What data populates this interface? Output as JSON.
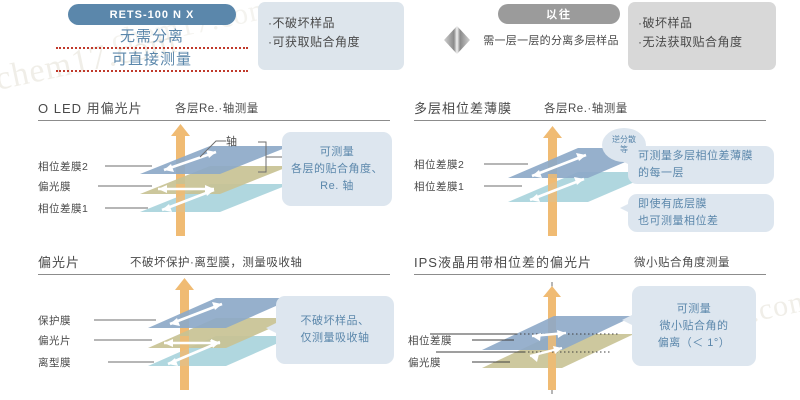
{
  "watermark": {
    "text": "chem17.com"
  },
  "colors": {
    "accent_blue": "#5b87ab",
    "pill_gray": "#9b9b9b",
    "box_blue": "#dde6ef",
    "box_gray": "#d8d8d8",
    "dotted_red": "#c0392b",
    "layer_blue": "#8da9c8",
    "layer_tan": "#c8c294",
    "layer_cyan": "#a9d4dc",
    "arrow_orange": "#f0bb73"
  },
  "header": {
    "new_badge": "RETS-100 N X",
    "claim_line1": "无需分离",
    "claim_line2": "可直接测量",
    "new_benefits": [
      "·不破坏样品",
      "·可获取贴合角度"
    ],
    "compare_icon": "left-right-diamond-icon",
    "old_badge": "以往",
    "old_note": "需一层一层的分离多层样品",
    "old_drawbacks": [
      "·破坏样品",
      "·无法获取贴合角度"
    ]
  },
  "panels": [
    {
      "id": "oled-polarizer",
      "title": "O LED 用偏光片",
      "subtitle": "各层Re.·轴测量",
      "axis_label": "轴",
      "layers": [
        {
          "label": "相位差膜2",
          "color": "#8da9c8"
        },
        {
          "label": "偏光膜",
          "color": "#c8c294"
        },
        {
          "label": "相位差膜1",
          "color": "#a9d4dc"
        }
      ],
      "callout": [
        "可测量",
        "各层的贴合角度、",
        "Re. 轴"
      ]
    },
    {
      "id": "multilayer-retardation-film",
      "title": "多层相位差薄膜",
      "subtitle": "各层Re.·轴测量",
      "bubble": [
        "逆分散",
        "等"
      ],
      "layers": [
        {
          "label": "相位差膜2",
          "color": "#8da9c8"
        },
        {
          "label": "相位差膜1",
          "color": "#a9d4dc"
        }
      ],
      "callout1": [
        "可测量多层相位差薄膜",
        "的每一层"
      ],
      "callout2": [
        "即使有底层膜",
        "也可测量相位差"
      ]
    },
    {
      "id": "polarizer-sheet",
      "title": "偏光片",
      "subtitle": "不破坏保护·离型膜，测量吸收轴",
      "layers": [
        {
          "label": "保护膜",
          "color": "#8da9c8"
        },
        {
          "label": "偏光片",
          "color": "#c8c294"
        },
        {
          "label": "离型膜",
          "color": "#a9d4dc"
        }
      ],
      "callout": [
        "不破坏样品、",
        "仅测量吸收轴"
      ]
    },
    {
      "id": "ips-lcd-polarizer",
      "title": "IPS液晶用带相位差的偏光片",
      "subtitle": "微小贴合角度测量",
      "layers": [
        {
          "label": "相位差膜",
          "color": "#8da9c8"
        },
        {
          "label": "偏光膜",
          "color": "#c8c294"
        }
      ],
      "callout": [
        "可测量",
        "微小贴合角的",
        "偏离（＜ 1°）"
      ]
    }
  ]
}
